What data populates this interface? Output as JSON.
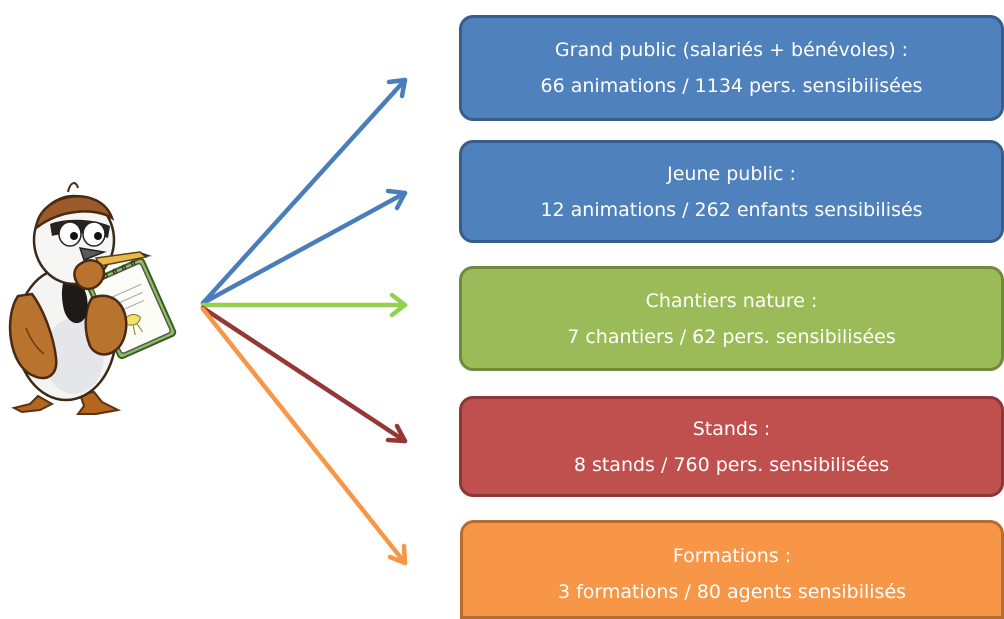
{
  "boxes": [
    {
      "line1": "Grand public (salariés + bénévoles) :",
      "line2": "66 animations / 1134 pers. sensibilisées",
      "fill": "#4f81bd",
      "border": "#385d8a"
    },
    {
      "line1": "Jeune public :",
      "line2": "12 animations / 262 enfants sensibilisés",
      "fill": "#4f81bd",
      "border": "#385d8a"
    },
    {
      "line1": "Chantiers nature :",
      "line2": "7 chantiers / 62 pers. sensibilisées",
      "fill": "#9bbb59",
      "border": "#71893f"
    },
    {
      "line1": "Stands :",
      "line2": "8 stands / 760 pers. sensibilisées",
      "fill": "#c0504d",
      "border": "#8c3836"
    },
    {
      "line1": "Formations :",
      "line2": "3 formations / 80 agents sensibilisés",
      "fill": "#f79646",
      "border": "#b66d31"
    }
  ],
  "arrows": [
    {
      "color": "#4a7ebb"
    },
    {
      "color": "#4a7ebb"
    },
    {
      "color": "#92d050"
    },
    {
      "color": "#953735"
    },
    {
      "color": "#f79646"
    }
  ],
  "mascot": {
    "icon": "sparrow-mascot-with-notepad-icon"
  }
}
